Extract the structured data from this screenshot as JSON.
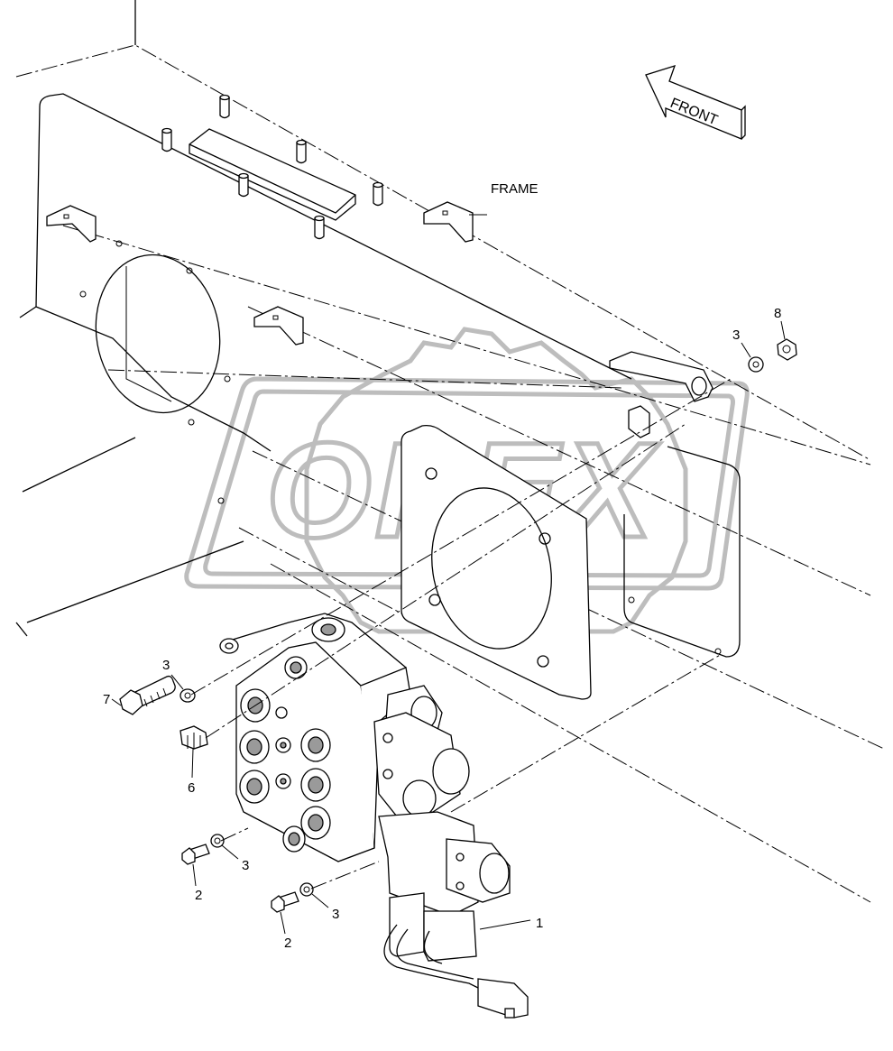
{
  "labels": {
    "frame": "FRAME",
    "front": "FRONT",
    "watermark": "OPEX"
  },
  "callouts": [
    "1",
    "2",
    "2",
    "3",
    "3",
    "3",
    "3",
    "6",
    "7",
    "8"
  ],
  "colors": {
    "line": "#000000",
    "watermark": "#bdbdbd",
    "background": "#ffffff"
  }
}
